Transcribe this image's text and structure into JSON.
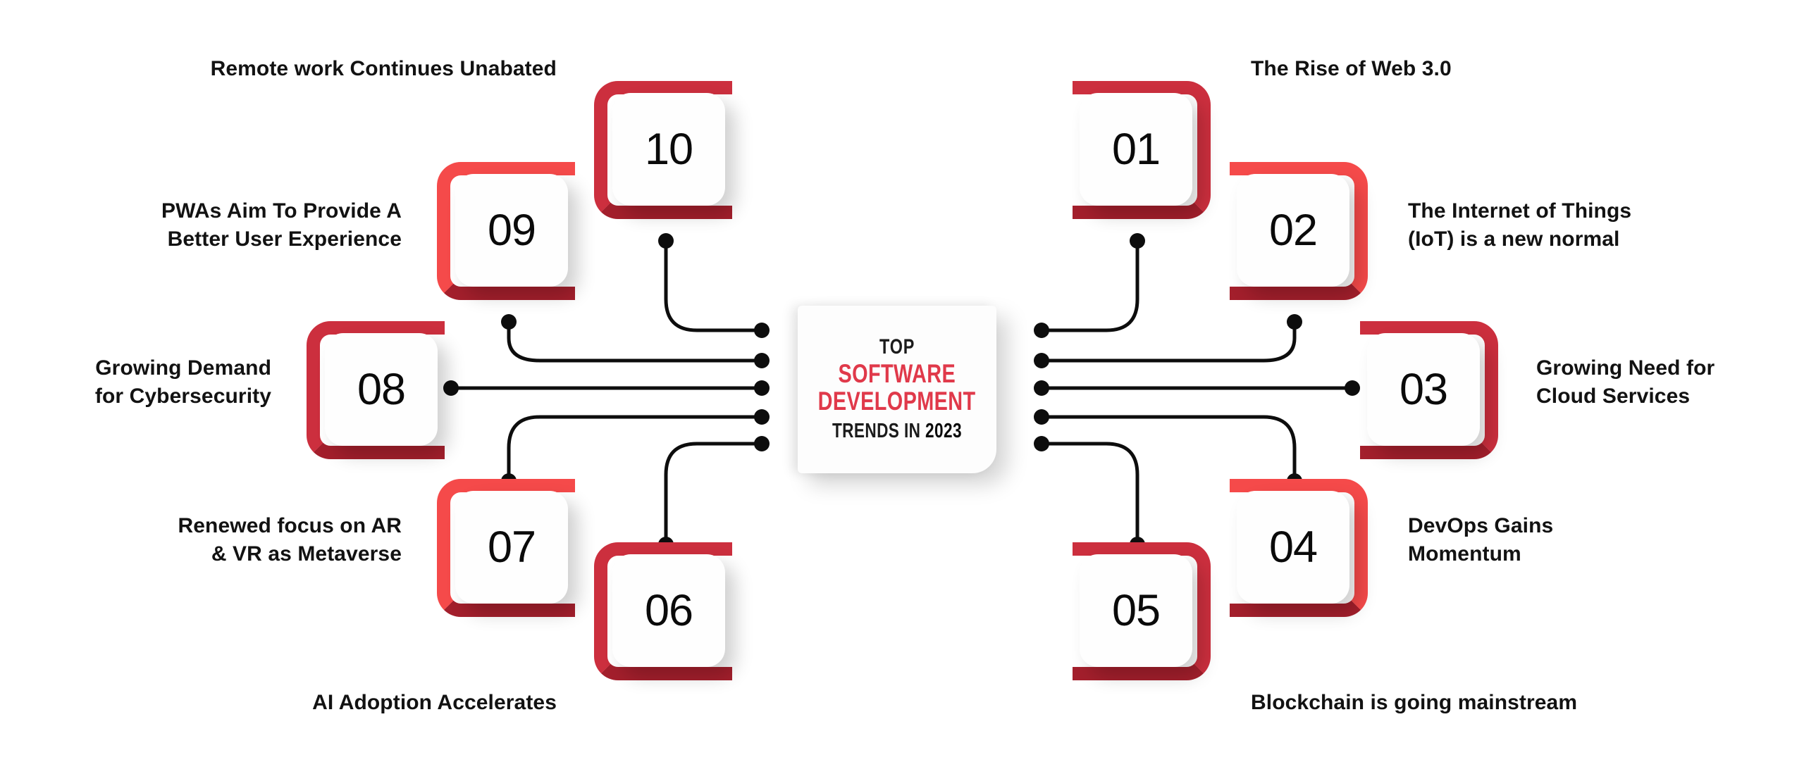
{
  "colors": {
    "brand_red": "#E0394A",
    "accent_bright": "#F54A4A",
    "accent_deep": "#CC2F3E",
    "accent_dark": "#A31F2C",
    "text": "#121212",
    "background": "#FFFFFF"
  },
  "center": {
    "line1": "TOP",
    "line2": "SOFTWARE",
    "line3": "DEVELOPMENT",
    "line4_prefix": "TRENDS IN ",
    "line4_year": "2023"
  },
  "items": [
    {
      "number": "01",
      "label": "The Rise of Web 3.0",
      "side": "right",
      "accent": "deep"
    },
    {
      "number": "02",
      "label": "The Internet of Things\n(IoT) is a new normal",
      "side": "right",
      "accent": "bright"
    },
    {
      "number": "03",
      "label": "Growing Need for\nCloud Services",
      "side": "right",
      "accent": "deep"
    },
    {
      "number": "04",
      "label": "DevOps Gains\nMomentum",
      "side": "right",
      "accent": "bright"
    },
    {
      "number": "05",
      "label": "Blockchain is going mainstream",
      "side": "right",
      "accent": "deep"
    },
    {
      "number": "06",
      "label": "AI Adoption Accelerates",
      "side": "left",
      "accent": "deep"
    },
    {
      "number": "07",
      "label": "Renewed focus on AR\n& VR as Metaverse",
      "side": "left",
      "accent": "bright"
    },
    {
      "number": "08",
      "label": "Growing Demand\nfor Cybersecurity",
      "side": "left",
      "accent": "deep"
    },
    {
      "number": "09",
      "label": "PWAs Aim To Provide A\nBetter User Experience",
      "side": "left",
      "accent": "bright"
    },
    {
      "number": "10",
      "label": "Remote work Continues Unabated",
      "side": "left",
      "accent": "deep"
    }
  ]
}
